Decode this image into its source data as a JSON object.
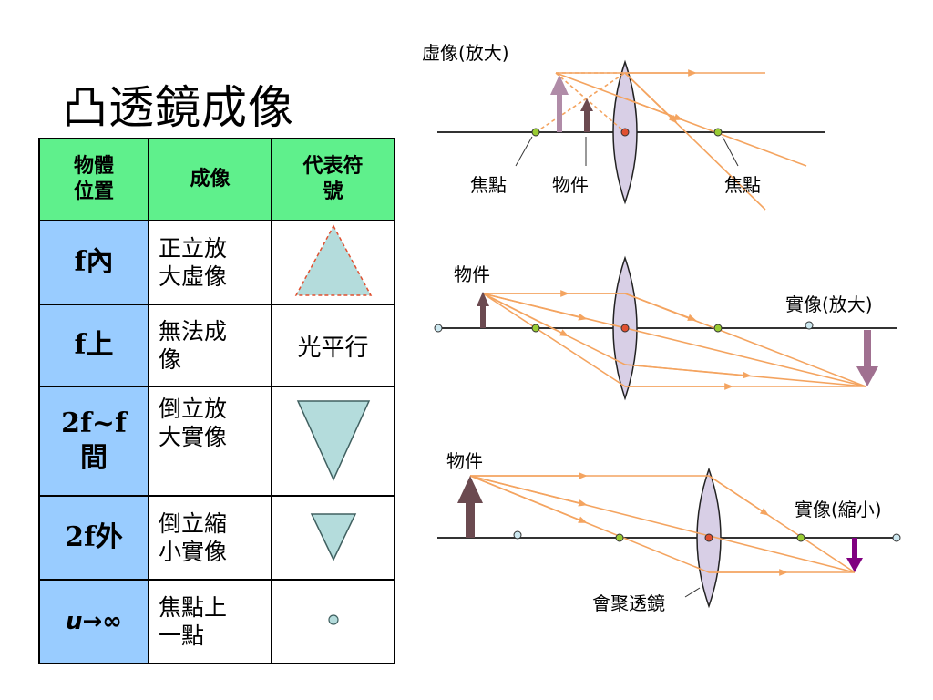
{
  "title": "凸透鏡成像",
  "table": {
    "headers": [
      "物體\n位置",
      "成像",
      "代表符\n號"
    ],
    "rows": [
      {
        "position": "f內",
        "image": "正立放\n大虛像",
        "symbol": "triangle-up-icon",
        "symbol_text": ""
      },
      {
        "position": "f上",
        "image": "無法成\n像",
        "symbol": "",
        "symbol_text": "光平行"
      },
      {
        "position": "2f~f\n間",
        "image": "倒立放\n大實像",
        "symbol": "triangle-down-large-icon",
        "symbol_text": ""
      },
      {
        "position": "2f外",
        "image": "倒立縮\n小實像",
        "symbol": "triangle-down-small-icon",
        "symbol_text": ""
      },
      {
        "position": "u→∞",
        "image": "焦點上\n一點",
        "symbol": "dot-icon",
        "symbol_text": ""
      }
    ]
  },
  "diagram1": {
    "virtual_image_label": "虛像(放大)",
    "focus_left_label": "焦點",
    "object_label": "物件",
    "focus_right_label": "焦點"
  },
  "diagram2": {
    "object_label": "物件",
    "real_image_label": "實像(放大)"
  },
  "diagram3": {
    "object_label": "物件",
    "real_image_label": "實像(縮小)",
    "lens_label": "會聚透鏡"
  },
  "colors": {
    "header_bg": "#5ff08c",
    "position_bg": "#99ccff",
    "ray": "#f4a460",
    "lens": "#d8cfe6",
    "object_arrow": "#6b4a50",
    "image_arrow": "#a07090",
    "focus_dot": "#99cc33"
  }
}
